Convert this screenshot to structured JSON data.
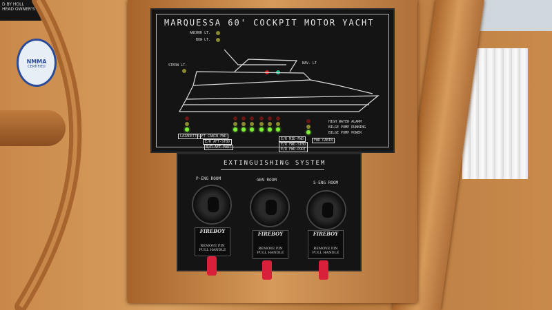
{
  "background_plaque": {
    "line1": "D BY HOLL",
    "line2": "HEAD OWNER'S"
  },
  "nmma_badge": {
    "top": "NMMA",
    "bottom": "CERTIFIED"
  },
  "nav_panel": {
    "title": "MARQUESSA 60' COCKPIT MOTOR YACHT",
    "lights": {
      "anchor": "ANCHOR LT.",
      "bow": "BOW LT.",
      "stern": "STERN LT.",
      "nav": "NAV. LT"
    },
    "legend": [
      "HIGH WATER ALARM",
      "BILGE PUMP RUNNING",
      "BILGE PUMP POWER"
    ],
    "zones": [
      "LAZARETTE",
      "AFT CABIN-FWD",
      "E/R AFT-STBD",
      "E/R AFT-PORT",
      "E/R MID-FWD",
      "E/R FWD-STBD",
      "E/R FWD-PORT",
      "FWD CABIN"
    ]
  },
  "extinguishing_panel": {
    "title": "EXTINGUISHING SYSTEM",
    "rooms": [
      {
        "label": "P-ENG ROOM",
        "brand": "FIREBOY",
        "instruction": "REMOVE PIN PULL HANDLE"
      },
      {
        "label": "GEN ROOM",
        "brand": "FIREBOY",
        "instruction": "REMOVE PIN PULL HANDLE"
      },
      {
        "label": "S-ENG ROOM",
        "brand": "FIREBOY",
        "instruction": "REMOVE PIN PULL HANDLE"
      }
    ]
  }
}
